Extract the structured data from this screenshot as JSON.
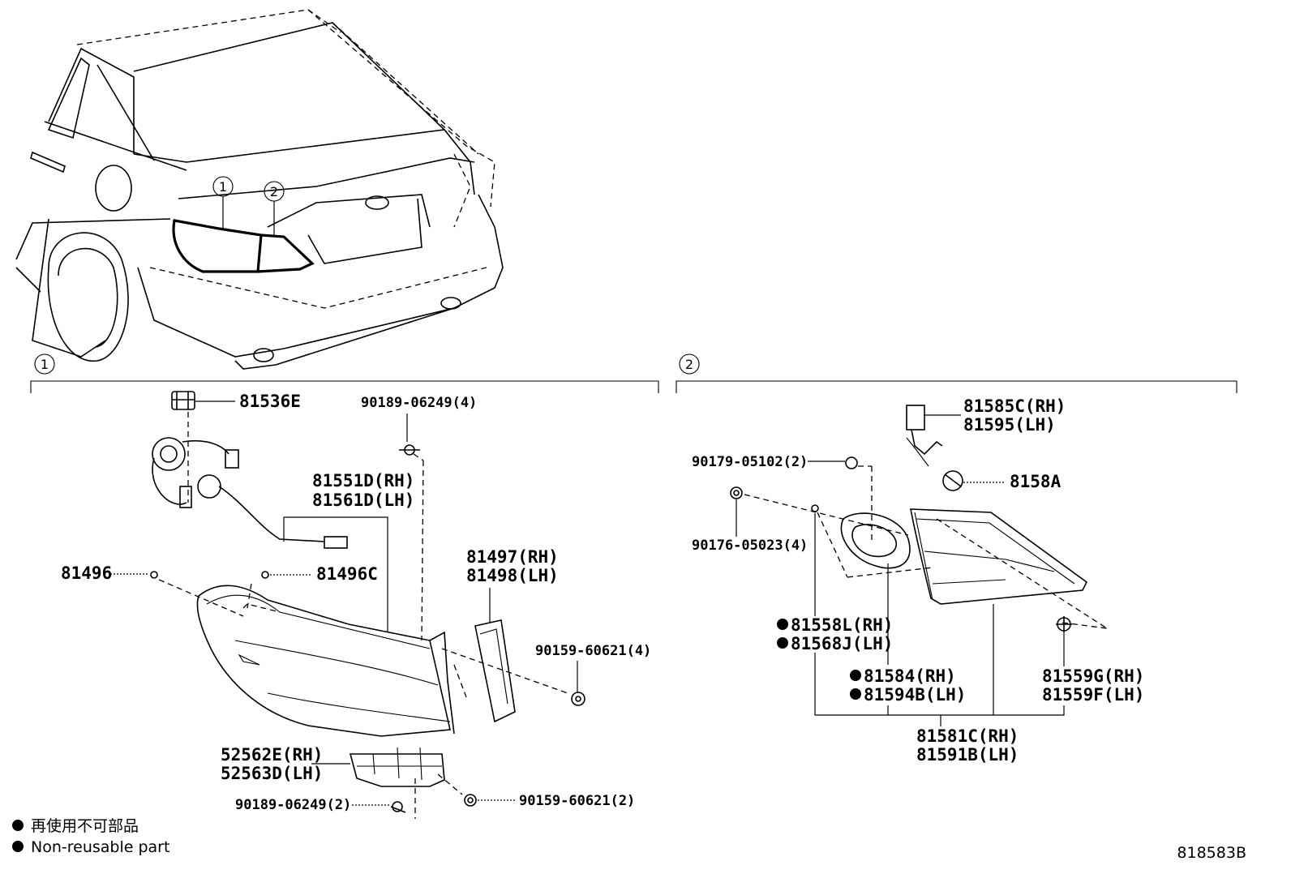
{
  "callouts": {
    "one": "1",
    "two": "2"
  },
  "section_one": {
    "marker": "1",
    "labels": {
      "socket": "81536E",
      "screw_top": "90189-06249(4)",
      "lens_rh": "81551D(RH)",
      "lens_lh": "81561D(LH)",
      "cushion_left": "81496",
      "cushion_c": "81496C",
      "cover_rh": "81497(RH)",
      "cover_lh": "81498(LH)",
      "nut_right": "90159-60621(4)",
      "bracket_rh": "52562E(RH)",
      "bracket_lh": "52563D(LH)",
      "screw_bottom": "90189-06249(2)",
      "nut_bottom": "90159-60621(2)"
    }
  },
  "section_two": {
    "marker": "2",
    "labels": {
      "socket_rh": "81585C(RH)",
      "socket_lh": "81595(LH)",
      "bulb": "8158A",
      "screw_a": "90179-05102(2)",
      "screw_b": "90176-05023(4)",
      "gasket_rh": "81558L(RH)",
      "gasket_lh": "81568J(LH)",
      "seal_rh": "81584(RH)",
      "seal_lh": "81594B(LH)",
      "clip_rh": "81559G(RH)",
      "clip_lh": "81559F(LH)",
      "assy_rh": "81581C(RH)",
      "assy_lh": "81591B(LH)"
    }
  },
  "legend": {
    "japanese": "再使用不可部品",
    "english": "Non-reusable part"
  },
  "diagram_id": "818583B"
}
